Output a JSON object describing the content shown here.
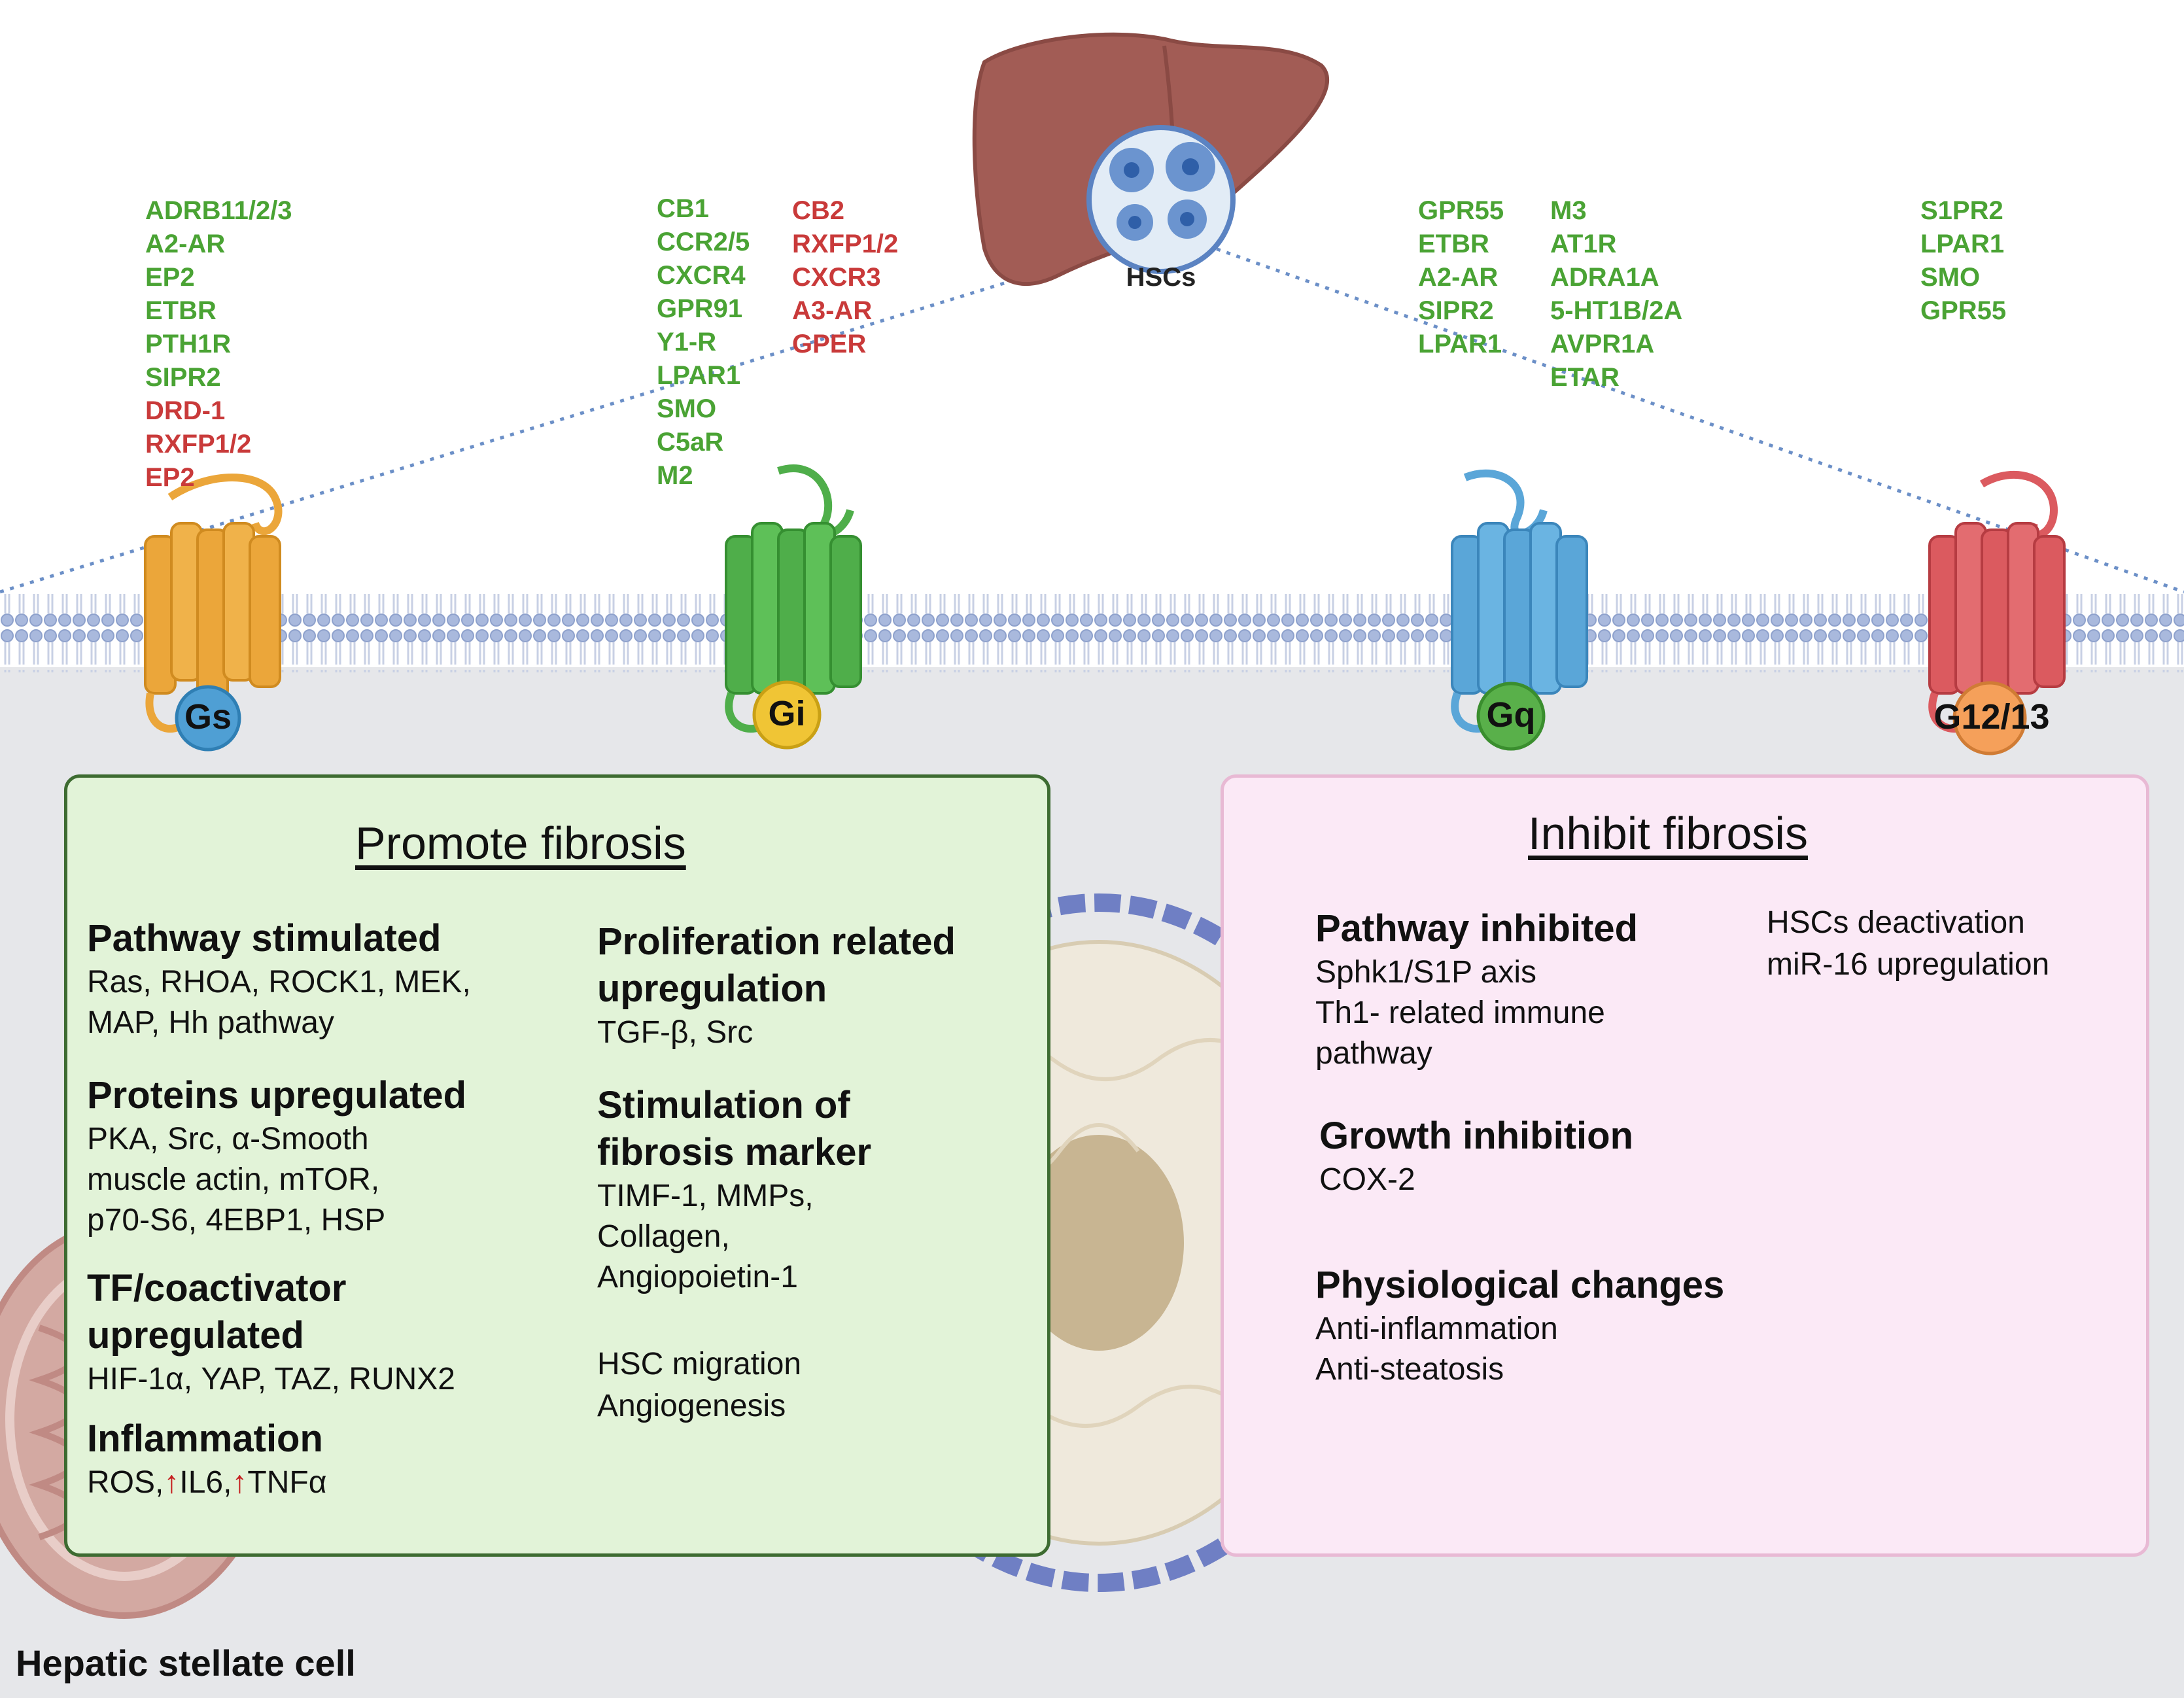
{
  "liver": {
    "label": "HSCs"
  },
  "receptor_lists": {
    "gs": {
      "green": [
        "ADRB11/2/3",
        "A2-AR",
        "EP2",
        "ETBR",
        "PTH1R",
        "SIPR2"
      ],
      "red": [
        "DRD-1",
        "RXFP1/2",
        "EP2"
      ]
    },
    "gi": {
      "green": [
        "CB1",
        "CCR2/5",
        "CXCR4",
        "GPR91",
        "Y1-R",
        "LPAR1",
        "SMO",
        "C5aR",
        "M2"
      ],
      "red": [
        "CB2",
        "RXFP1/2",
        "CXCR3",
        "A3-AR",
        "GPER"
      ]
    },
    "gq": {
      "col1": [
        "GPR55",
        "ETBR",
        "A2-AR",
        "SIPR2",
        "LPAR1"
      ],
      "col2": [
        "M3",
        "AT1R",
        "ADRA1A",
        "5-HT1B/2A",
        "AVPR1A",
        "ETAR"
      ]
    },
    "g1213": {
      "green": [
        "S1PR2",
        "LPAR1",
        "SMO",
        "GPR55"
      ]
    }
  },
  "g_proteins": {
    "gs": "Gs",
    "gi": "Gi",
    "gq": "Gq",
    "g1213": "G12/13"
  },
  "colors": {
    "gs_receptor": "#eba63a",
    "gi_receptor": "#4fae4a",
    "gq_receptor": "#5aa6d8",
    "g1213_receptor": "#db5a5f",
    "promote_box": "#e2f3d8",
    "inhibit_box": "#fbe9f6",
    "green_text": "#4aa334",
    "red_text": "#c93a3a"
  },
  "promote": {
    "title": "Promote fibrosis",
    "pathway_stimulated": {
      "heading": "Pathway stimulated",
      "lines": [
        " Ras, RHOA, ROCK1, MEK,",
        "MAP, Hh pathway"
      ]
    },
    "proteins_upregulated": {
      "heading": "Proteins upregulated",
      "lines": [
        "PKA, Src, α-Smooth",
        "muscle actin, mTOR,",
        "p70-S6, 4EBP1, HSP"
      ]
    },
    "tf_upregulated": {
      "heading_lines": [
        "TF/coactivator",
        "upregulated"
      ],
      "lines": [
        "HIF-1α, YAP, TAZ, RUNX2"
      ]
    },
    "inflammation": {
      "heading": "Inflammation",
      "items": [
        "ROS,",
        "IL6,",
        "TNFα"
      ],
      "arrow": "↑"
    },
    "proliferation": {
      "heading_lines": [
        "Proliferation related",
        "upregulation"
      ],
      "lines": [
        "TGF-β, Src"
      ]
    },
    "fibrosis_marker": {
      "heading_lines": [
        "Stimulation of",
        "fibrosis marker"
      ],
      "lines": [
        "TIMF-1, MMPs,",
        "Collagen,",
        "Angiopoietin-1"
      ]
    },
    "other": [
      "HSC migration",
      "Angiogenesis"
    ]
  },
  "inhibit": {
    "title": "Inhibit fibrosis",
    "pathway_inhibited": {
      "heading": "Pathway inhibited",
      "lines": [
        "Sphk1/S1P axis",
        "Th1- related immune",
        "pathway"
      ]
    },
    "right_col": [
      "HSCs deactivation",
      "miR-16 upregulation"
    ],
    "growth_inhibition": {
      "heading": "Growth inhibition",
      "lines": [
        "COX-2"
      ]
    },
    "physiological": {
      "heading": "Physiological changes",
      "lines": [
        "Anti-inflammation",
        "Anti-steatosis"
      ]
    }
  },
  "cell_label": "Hepatic stellate cell"
}
